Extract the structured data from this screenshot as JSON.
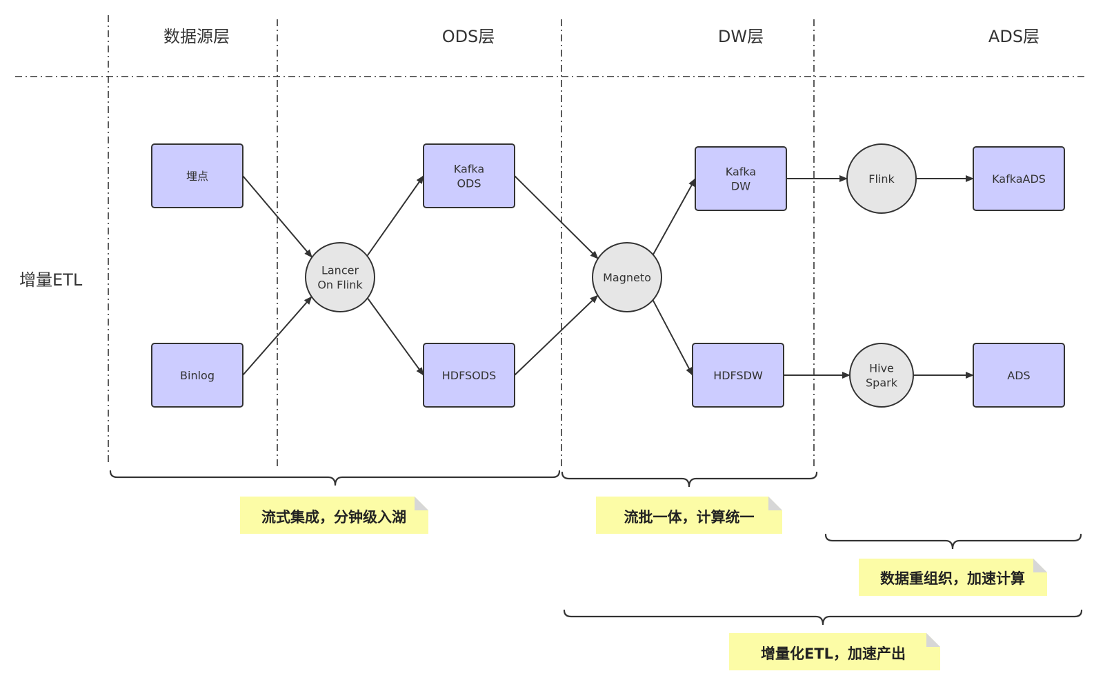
{
  "layers": [
    {
      "id": "source",
      "label": "数据源层"
    },
    {
      "id": "ods",
      "label": "ODS层"
    },
    {
      "id": "dw",
      "label": "DW层"
    },
    {
      "id": "ads",
      "label": "ADS层"
    }
  ],
  "row_label": "增量ETL",
  "nodes": {
    "maidian": {
      "lines": [
        "埋点"
      ],
      "shape": "rect"
    },
    "binlog": {
      "lines": [
        "Binlog"
      ],
      "shape": "rect"
    },
    "lancer": {
      "lines": [
        "Lancer",
        "On Flink"
      ],
      "shape": "circle"
    },
    "kafka_ods": {
      "lines": [
        "Kafka",
        "ODS"
      ],
      "shape": "rect"
    },
    "hdfs_ods": {
      "lines": [
        "HDFSODS"
      ],
      "shape": "rect"
    },
    "magneto": {
      "lines": [
        "Magneto"
      ],
      "shape": "circle"
    },
    "kafka_dw": {
      "lines": [
        "Kafka",
        "DW"
      ],
      "shape": "rect"
    },
    "hdfs_dw": {
      "lines": [
        "HDFSDW"
      ],
      "shape": "rect"
    },
    "flink": {
      "lines": [
        "Flink"
      ],
      "shape": "circle"
    },
    "hive_spark": {
      "lines": [
        "Hive",
        "Spark"
      ],
      "shape": "circle"
    },
    "kafka_ads": {
      "lines": [
        "KafkaADS"
      ],
      "shape": "rect"
    },
    "ads": {
      "lines": [
        "ADS"
      ],
      "shape": "rect"
    }
  },
  "edges": [
    [
      "maidian",
      "lancer"
    ],
    [
      "binlog",
      "lancer"
    ],
    [
      "lancer",
      "kafka_ods"
    ],
    [
      "lancer",
      "hdfs_ods"
    ],
    [
      "kafka_ods",
      "magneto"
    ],
    [
      "hdfs_ods",
      "magneto"
    ],
    [
      "magneto",
      "kafka_dw"
    ],
    [
      "magneto",
      "hdfs_dw"
    ],
    [
      "kafka_dw",
      "flink"
    ],
    [
      "flink",
      "kafka_ads"
    ],
    [
      "hdfs_dw",
      "hive_spark"
    ],
    [
      "hive_spark",
      "ads"
    ]
  ],
  "notes": {
    "stream_ingest": "流式集成，分钟级入湖",
    "stream_batch": "流批一体，计算统一",
    "reorganize": "数据重组织，加速计算",
    "incremental": "增量化ETL，加速产出"
  },
  "colors": {
    "rect_fill": "#ccccff",
    "circle_fill": "#e6e6e6",
    "stroke": "#333333",
    "note_fill": "#fcfca6",
    "note_fold": "#d7d7d7"
  }
}
